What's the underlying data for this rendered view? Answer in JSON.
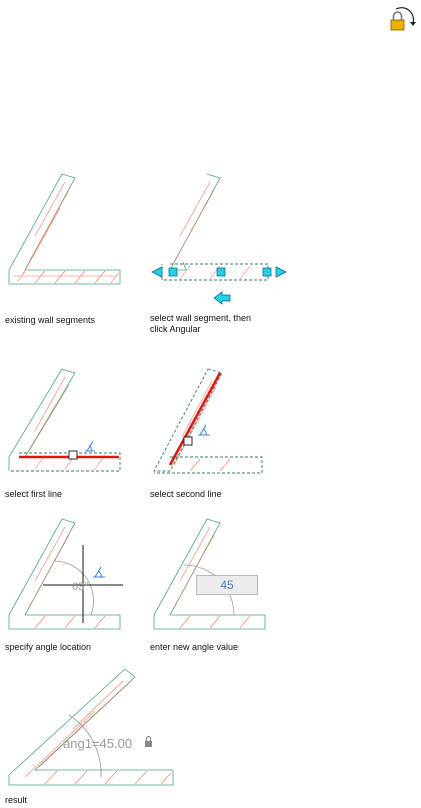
{
  "captions": {
    "existing": "existing wall segments",
    "select_wall_line1": "select wall segment, then",
    "select_wall_line2": "click Angular",
    "first_line": "select first line",
    "second_line": "select second line",
    "angle_location": "specify angle location",
    "new_value": "enter new angle value",
    "result": "result"
  },
  "values": {
    "current_angle": "63°",
    "input_angle": "45",
    "result_dimension": "ang1=45.00"
  },
  "colors": {
    "wall_outline": "#4ea486",
    "hatch": "#ef7b5a",
    "selected_line": "#e01616",
    "grip": "#25d0e0",
    "angle_glyph": "#3a84d6",
    "lock": "#e9b000"
  },
  "icons": [
    "angular-constraint-lock-icon",
    "grip-arrow-icon",
    "direction-arrow-icon",
    "angle-glyph-icon",
    "dimension-lock-icon"
  ]
}
